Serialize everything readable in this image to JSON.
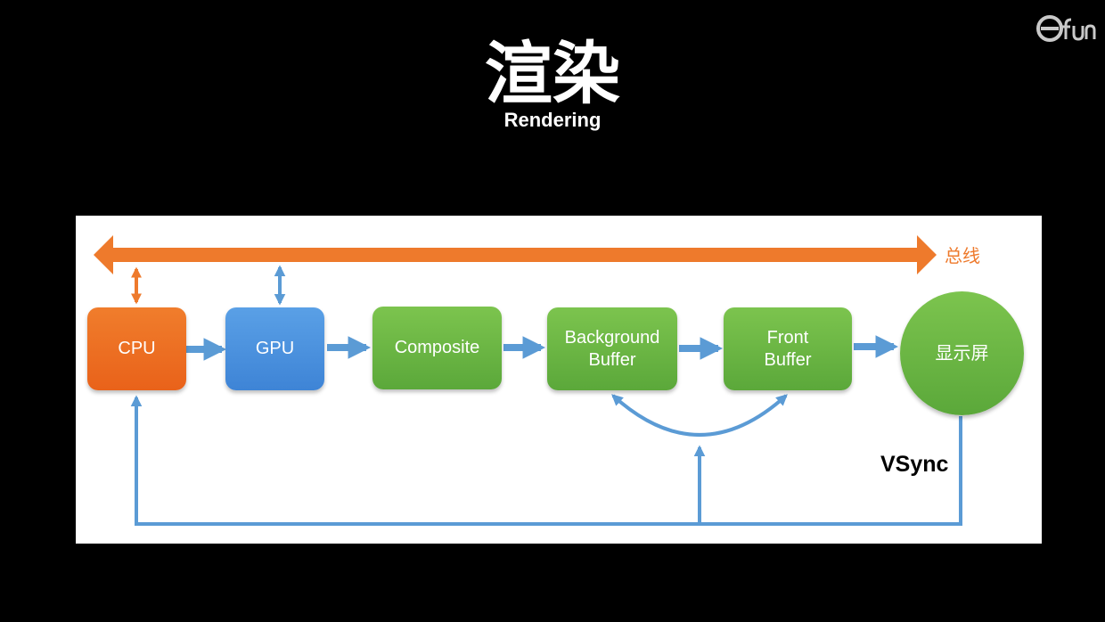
{
  "slide": {
    "title": "渲染",
    "subtitle": "Rendering",
    "logo_text": "efun"
  },
  "diagram": {
    "bus_label": "总线",
    "vsync_label": "VSync",
    "nodes": {
      "cpu": "CPU",
      "gpu": "GPU",
      "composite": "Composite",
      "background_buffer": "Background\nBuffer",
      "front_buffer": "Front\nBuffer",
      "display": "显示屏"
    },
    "colors": {
      "background": "#000000",
      "panel": "#ffffff",
      "bus": "#ee7a2c",
      "arrow": "#5b9bd5",
      "cpu": "#e9621a",
      "gpu": "#3e84d6",
      "green": "#5ba83a",
      "vsync_text": "#000000"
    }
  }
}
